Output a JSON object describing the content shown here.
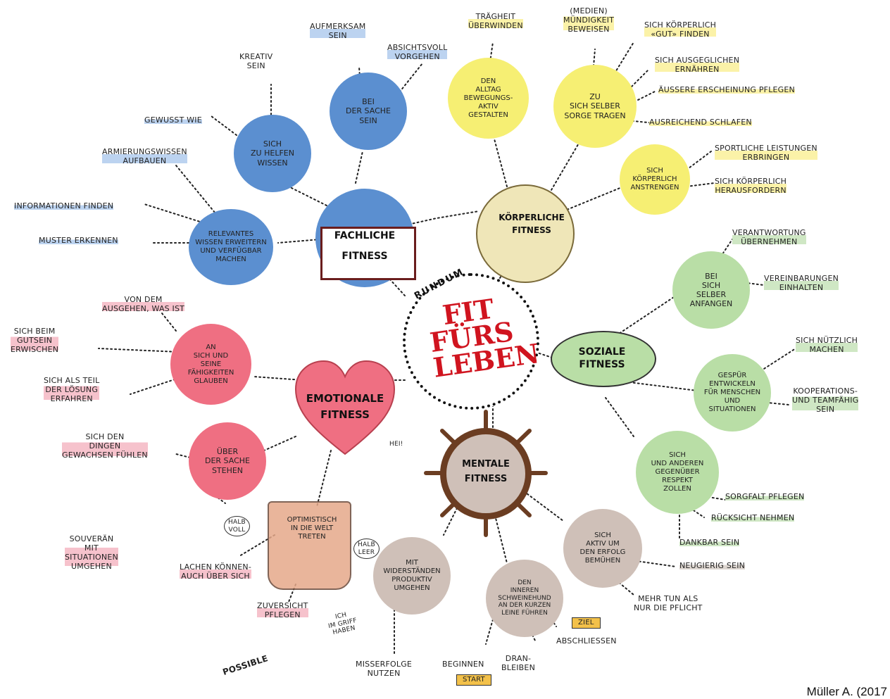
{
  "center": {
    "pre": "RUNDUM",
    "title": "FIT\nFÜRS\nLEBEN"
  },
  "credit": "Müller A. (2017",
  "categories": {
    "fachlich": "FACHLICHE\n\nFITNESS",
    "koerperlich": "KÖRPERLICHE\nFITNESS",
    "sozial": "SOZIALE\nFITNESS",
    "mental": "MENTALE\nFITNESS",
    "emotional": "EMOTIONALE\nFITNESS"
  },
  "nodes": {
    "bei_der_sache": "BEI\nDER SACHE\nSEIN",
    "sich_zu_helfen": "SICH\nZU HELFEN\nWISSEN",
    "relevantes": "RELEVANTES\nWISSEN ERWEITERN\nUND VERFÜGBAR\nMACHEN",
    "alltag": "DEN\nALLTAG\nBEWEGUNGS-\nAKTIV\nGESTALTEN",
    "selbst_sorge": "ZU\nSICH SELBER\nSORGE TRAGEN",
    "anstrengen": "SICH\nKÖRPERLICH\nANSTRENGEN",
    "bei_sich": "BEI\nSICH\nSELBER\nANFANGEN",
    "gespuer": "GESPÜR\nENTWICKELN\nFÜR MENSCHEN\nUND\nSITUATIONEN",
    "respekt": "SICH\nUND ANDEREN\nGEGENÜBER\nRESPEKT\nZOLLEN",
    "erfolg": "SICH\nAKTIV UM\nDEN ERFOLG\nBEMÜHEN",
    "widerstaende": "MIT\nWIDERSTÄNDEN\nPRODUKTIV\nUMGEHEN",
    "schweinehund": "DEN\nINNEREN\nSCHWEINEHUND\nAN DER KURZEN\nLEINE FÜHREN",
    "an_sich": "AN\nSICH UND\nSEINE\nFÄHIGKEITEN\nGLAUBEN",
    "ueber_der_sache": "ÜBER\nDER SACHE\nSTEHEN",
    "optimistisch": "OPTIMISTISCH\nIN DIE WELT\nTRETEN"
  },
  "leaves": {
    "aufmerksam": "AUFMERKSAM\nSEIN",
    "absichtsvoll": "ABSICHTSVOLL\nVORGEHEN",
    "kreativ": "KREATIV\nSEIN",
    "gewusst_wie": "GEWUSST WIE",
    "armierung": "ARMIERUNGSWISSEN\nAUFBAUEN",
    "informationen": "INFORMATIONEN FINDEN",
    "muster": "MUSTER ERKENNEN",
    "traegheit": "TRÄGHEIT\nÜBERWINDEN",
    "medien": "(MEDIEN)\nMÜNDIGKEIT\nBEWEISEN",
    "koerperlich_gut": "SICH KÖRPERLICH\n«GUT» FINDEN",
    "ausgeglichen": "SICH AUSGEGLICHEN\nERNÄHREN",
    "aeussere": "ÄUSSERE ERSCHEINUNG PFLEGEN",
    "schlafen": "AUSREICHEND SCHLAFEN",
    "sportliche": "SPORTLICHE LEISTUNGEN\nERBRINGEN",
    "herausfordern": "SICH KÖRPERLICH\nHERAUSFORDERN",
    "verantwortung": "VERANTWORTUNG\nÜBERNEHMEN",
    "vereinbarungen": "VEREINBARUNGEN\nEINHALTEN",
    "nuetzlich": "SICH NÜTZLICH\nMACHEN",
    "kooperation": "KOOPERATIONS-\nUND TEAMFÄHIG\nSEIN",
    "sorgfalt": "SORGFALT PFLEGEN",
    "ruecksicht": "RÜCKSICHT NEHMEN",
    "dankbar": "DANKBAR SEIN",
    "neugierig": "NEUGIERIG SEIN",
    "mehr_tun": "MEHR TUN ALS\nNUR DIE PFLICHT",
    "abschliessen": "ABSCHLIESSEN",
    "dranbleiben": "DRAN-\nBLEIBEN",
    "beginnen": "BEGINNEN",
    "misserfolge": "MISSERFOLGE\nNUTZEN",
    "zuversicht": "ZUVERSICHT\nPFLEGEN",
    "lachen": "LACHEN KÖNNEN-\nAUCH ÜBER SICH",
    "souveraen": "SOUVERÄN\nMIT\nSITUATIONEN\nUMGEHEN",
    "dingen": "SICH DEN\nDINGEN\nGEWACHSEN FÜHLEN",
    "teil_loesung": "SICH ALS TEIL\nDER LÖSUNG\nERFAHREN",
    "gutsein": "SICH BEIM\nGUTSEIN\nERWISCHEN",
    "von_dem": "VON DEM\nAUSGEHEN, WAS IST"
  },
  "sign_texts": {
    "halb_voll": "HALB\nVOLL",
    "halb_leer": "HALB\nLEER",
    "ziel": "ZIEL",
    "start": "START",
    "hei": "HEI!",
    "possible": "POSSIBLE",
    "im_griff": "ICH\nIM GRIFF\nHABEN"
  },
  "colors": {
    "blue": "#5b8fd0",
    "yellow": "#f6ef73",
    "green": "#b9dea6",
    "grey": "#cfc0b8",
    "pink": "#ef6f82",
    "red": "#d0141f"
  }
}
